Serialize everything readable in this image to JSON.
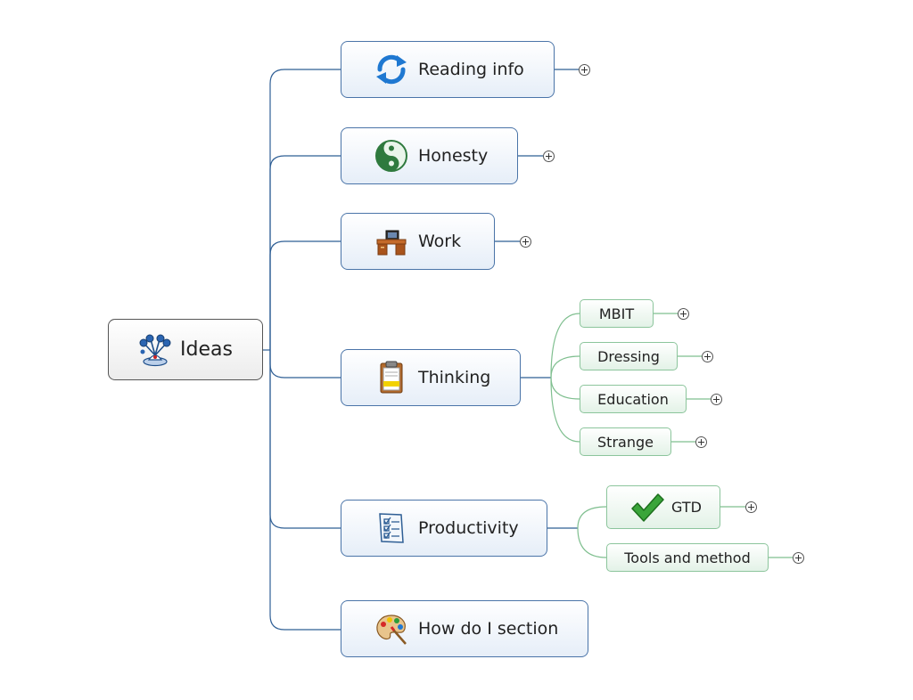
{
  "central": {
    "label": "Ideas",
    "icon": "brainstorm-icon"
  },
  "topics": [
    {
      "label": "Reading info",
      "icon": "refresh-arrows-icon"
    },
    {
      "label": "Honesty",
      "icon": "yin-yang-icon"
    },
    {
      "label": "Work",
      "icon": "desk-computer-icon"
    },
    {
      "label": "Thinking",
      "icon": "clipboard-icon"
    },
    {
      "label": "Productivity",
      "icon": "checklist-icon"
    },
    {
      "label": "How do I section",
      "icon": "palette-icon"
    }
  ],
  "thinking_subtopics": [
    "MBIT",
    "Dressing",
    "Education",
    "Strange"
  ],
  "productivity_subtopics": [
    {
      "label": "GTD",
      "icon": "green-check-icon"
    },
    {
      "label": "Tools and method"
    }
  ],
  "colors": {
    "main_branch": "#2f5f95",
    "sub_branch": "#7fbf8f",
    "main_border": "#4a74a8",
    "sub_border": "#8cc59c"
  }
}
